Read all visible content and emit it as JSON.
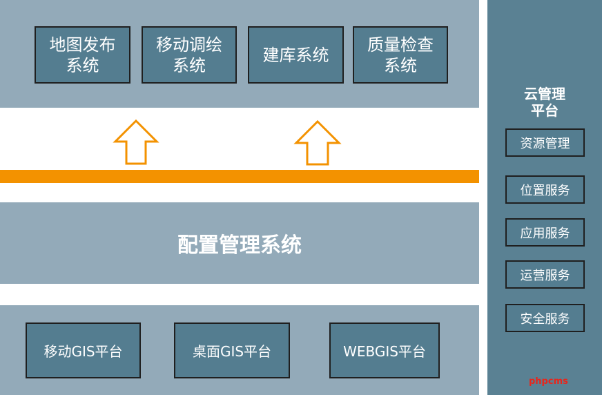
{
  "top_systems": [
    {
      "line1": "地图发布",
      "line2": "系统"
    },
    {
      "line1": "移动调绘",
      "line2": "系统"
    },
    {
      "line1": "建库系统",
      "line2": ""
    },
    {
      "line1": "质量检查",
      "line2": "系统"
    }
  ],
  "config_system": "配置管理系统",
  "bottom_platforms": [
    "移动GIS平台",
    "桌面GIS平台",
    "WEBGIS平台"
  ],
  "cloud_platform": {
    "title_line1": "云管理",
    "title_line2": "平台",
    "services": [
      "资源管理",
      "位置服务",
      "应用服务",
      "运营服务",
      "安全服务"
    ]
  },
  "watermark": "phpcms",
  "colors": {
    "band": "#93aab9",
    "box": "#547d90",
    "sidebar": "#5a8193",
    "accent_orange": "#f39200"
  }
}
